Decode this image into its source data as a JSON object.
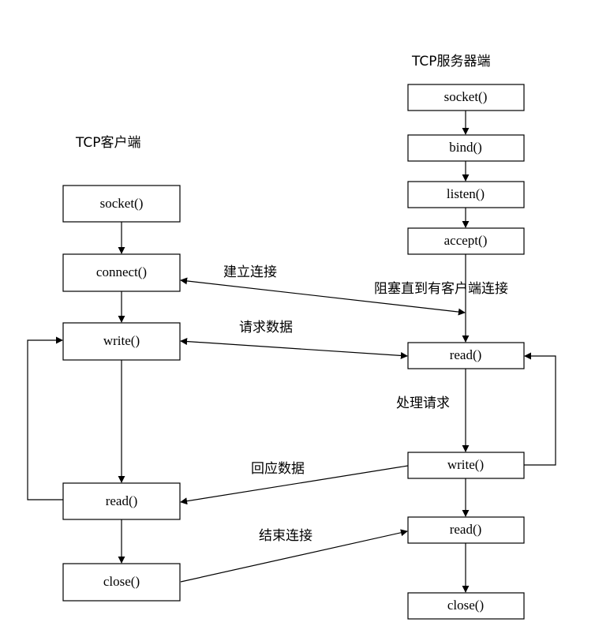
{
  "titles": {
    "client": "TCP客户端",
    "server": "TCP服务器端"
  },
  "client": {
    "socket": "socket()",
    "connect": "connect()",
    "write": "write()",
    "read": "read()",
    "close": "close()"
  },
  "server": {
    "socket": "socket()",
    "bind": "bind()",
    "listen": "listen()",
    "accept": "accept()",
    "read": "read()",
    "write": "write()",
    "read2": "read()",
    "close": "close()"
  },
  "labels": {
    "establish": "建立连接",
    "blocking": "阻塞直到有客户端连接",
    "request": "请求数据",
    "process": "处理请求",
    "reply": "回应数据",
    "finish": "结束连接"
  },
  "colors": {
    "stroke": "#000000",
    "background": "#ffffff"
  }
}
